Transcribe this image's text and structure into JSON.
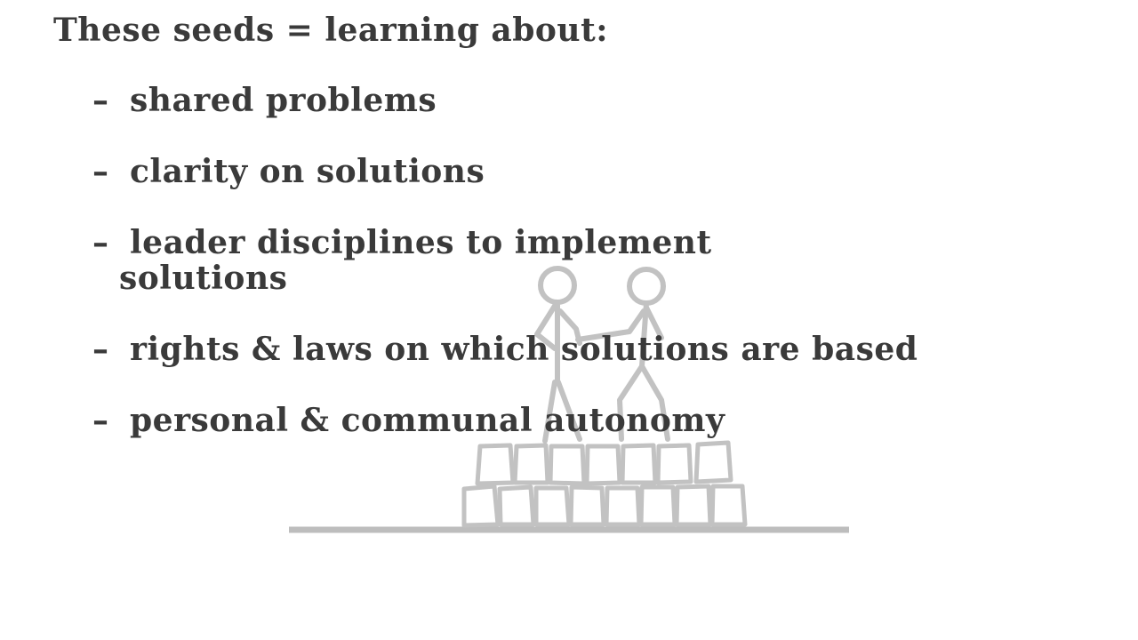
{
  "heading": "These seeds = learning about:",
  "bullets": [
    {
      "dash": "–",
      "text": "shared problems"
    },
    {
      "dash": "–",
      "text": "clarity on solutions"
    },
    {
      "dash": "–",
      "text": "leader disciplines to implement",
      "continuation": "solutions"
    },
    {
      "dash": "–",
      "text": "rights & laws on which solutions are based"
    },
    {
      "dash": "–",
      "text": "personal & communal autonomy"
    }
  ],
  "illustration": {
    "subject": "two-stick-figures-shaking-hands-on-block-platform",
    "stroke_color": "#c2c2c2",
    "ground_color": "#bdbdbd"
  }
}
